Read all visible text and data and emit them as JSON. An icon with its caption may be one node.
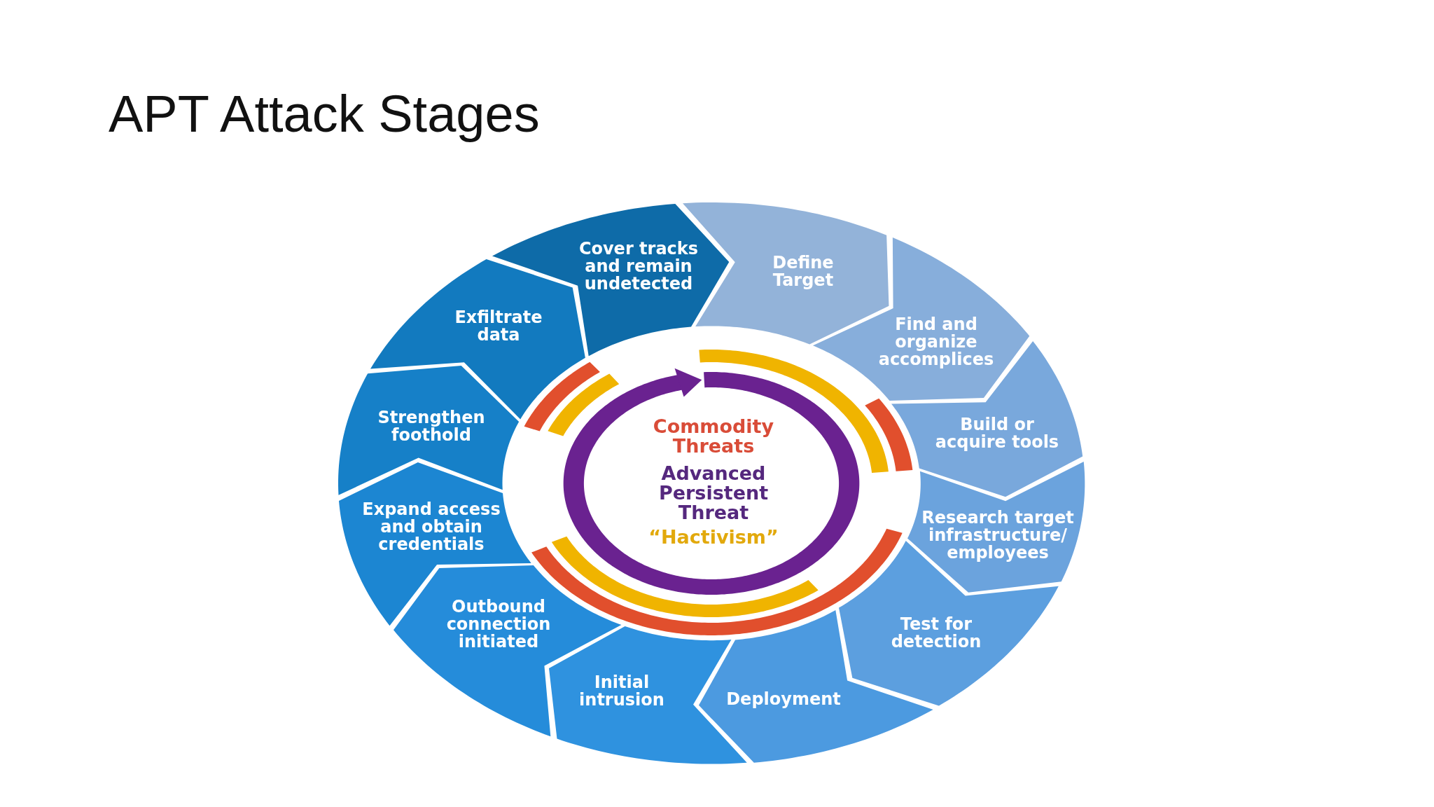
{
  "diagram": {
    "title": "APT Attack Stages",
    "nodes": [
      {
        "text": [
          "Define Target"
        ]
      },
      {
        "text": [
          "Find and organize accomplices"
        ]
      },
      {
        "text": [
          "Build or acquire tools"
        ]
      },
      {
        "text": [
          "Research target infrastructure/ employees"
        ]
      },
      {
        "text": [
          "Test for detection"
        ]
      },
      {
        "text": [
          "Deployment"
        ]
      },
      {
        "text": [
          "Initial intrusion"
        ]
      },
      {
        "text": [
          "Outbound connection initiated"
        ]
      },
      {
        "text": [
          "Expand access and obtain credentials"
        ]
      },
      {
        "text": [
          "Strengthen foothold"
        ]
      },
      {
        "text": [
          "Exfiltrate data"
        ]
      },
      {
        "text": [
          "Cover tracks and remain undetected"
        ]
      }
    ],
    "labels": [
      "Commodity Threats",
      "Advanced Persistent Threat",
      "“Hactivism”"
    ]
  }
}
